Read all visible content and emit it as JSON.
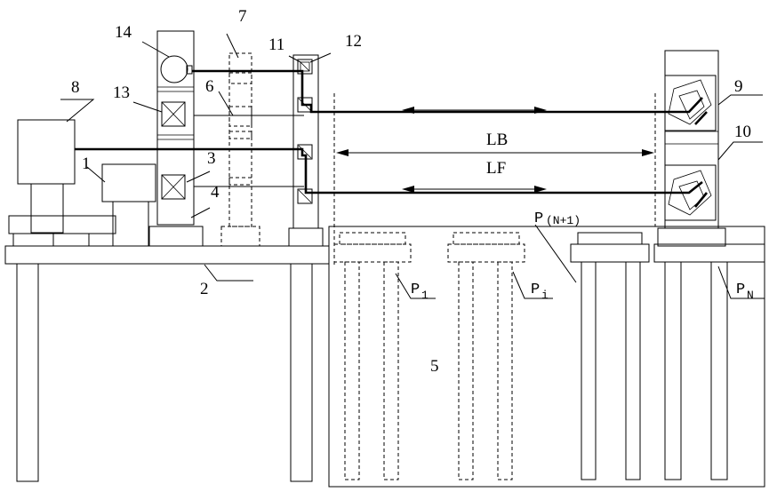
{
  "labels": {
    "n1": "1",
    "n2": "2",
    "n3": "3",
    "n4": "4",
    "n5": "5",
    "n6": "6",
    "n7": "7",
    "n8": "8",
    "n9": "9",
    "n10": "10",
    "n11": "11",
    "n12": "12",
    "n13": "13",
    "n14": "14",
    "lb": "LB",
    "lf": "LF",
    "p_letter": "P",
    "p1_sub": "1",
    "pi_sub": "i",
    "pn_sub": "N",
    "pn1_sub": "(N+1)"
  }
}
